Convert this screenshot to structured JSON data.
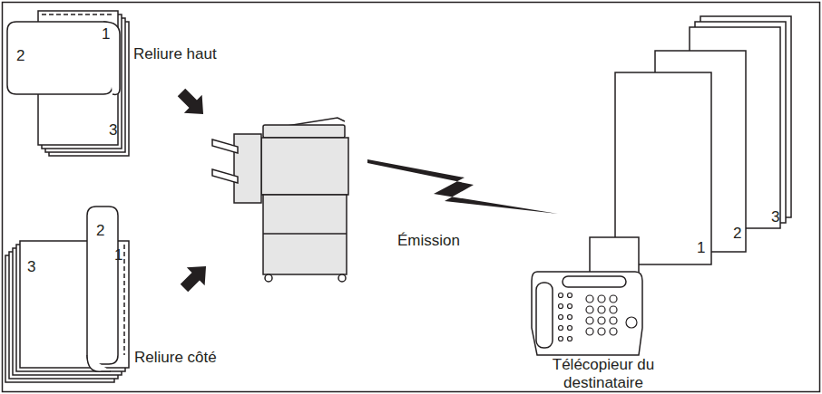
{
  "diagram": {
    "labels": [
      "Reliure haut",
      "2",
      "1",
      "3",
      "3",
      "2",
      "1",
      "Reliure côté",
      "Émission",
      "1",
      "2",
      "3",
      "Télécopieur du destinataire"
    ]
  }
}
